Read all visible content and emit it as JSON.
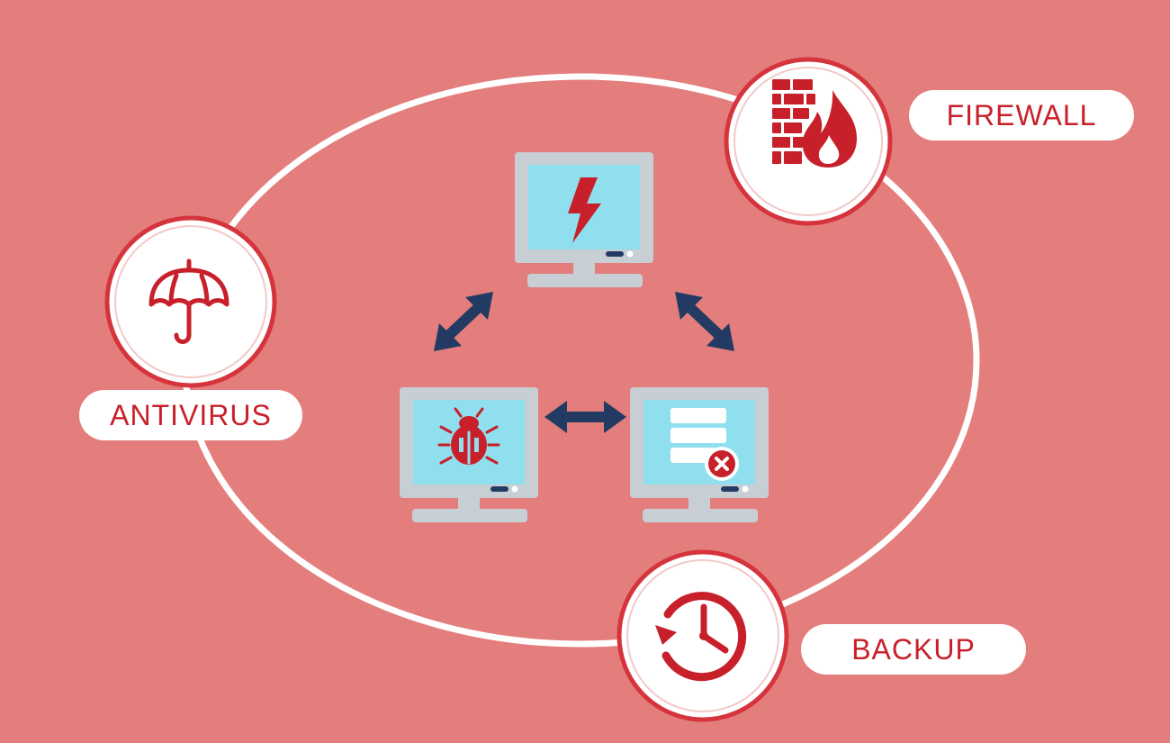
{
  "labels": {
    "firewall": "FIREWALL",
    "antivirus": "ANTIVIRUS",
    "backup": "BACKUP"
  },
  "colors": {
    "background": "#e37e7d",
    "ring": "#ffffff",
    "badge_border": "#d6343c",
    "icon_red": "#c8202a",
    "screen": "#90dfee",
    "monitor_frame": "#c7ced4",
    "arrow": "#233b63"
  },
  "icons": {
    "firewall": "brick-wall-flame-icon",
    "antivirus": "umbrella-icon",
    "backup": "clock-history-icon",
    "monitor_top": "lightning-bolt-icon",
    "monitor_left": "bug-icon",
    "monitor_right": "server-error-icon"
  }
}
